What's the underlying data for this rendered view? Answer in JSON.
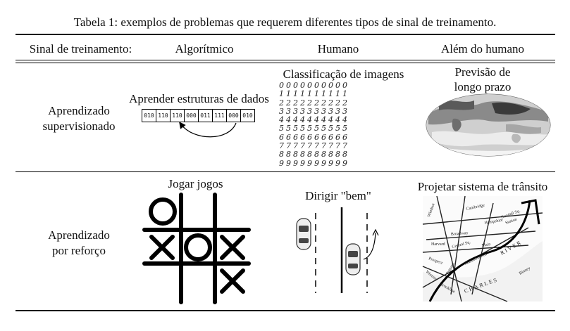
{
  "caption": "Tabela 1: exemplos de problemas que requerem diferentes tipos de sinal de treinamento.",
  "header": {
    "signal": "Sinal de treinamento:",
    "algorithmic": "Algorítmico",
    "human": "Humano",
    "beyond_human": "Além do humano"
  },
  "rows": {
    "supervised": {
      "line1": "Aprendizado",
      "line2": "supervisionado"
    },
    "reinforcement": {
      "line1": "Aprendizado",
      "line2": "por reforço"
    }
  },
  "cells": {
    "data_structures": {
      "title": "Aprender estruturas de dados",
      "bits": [
        "010",
        "110",
        "110",
        "000",
        "011",
        "111",
        "000",
        "010"
      ]
    },
    "image_classification": {
      "title": "Classificação de imagens",
      "digit_rows": [
        "0000000000",
        "1111111111",
        "2222222222",
        "3333333333",
        "4444444444",
        "5555555555",
        "6666666666",
        "7777777777",
        "8888888888",
        "9999999999"
      ]
    },
    "long_range_forecast": {
      "line1": "Previsão de",
      "line2": "longo prazo"
    },
    "play_games": {
      "title": "Jogar jogos"
    },
    "drive_well": {
      "title": "Dirigir \"bem\""
    },
    "traffic_design": {
      "title": "Projetar sistema de trânsito",
      "map_labels": [
        "Cambridge",
        "Hampshire",
        "Broadway",
        "Central Sq.",
        "Massachusetts",
        "Main",
        "Harvard",
        "Prospect",
        "Western",
        "Brookline",
        "Putnam",
        "Windsor",
        "RIVER",
        "CHARLES",
        "Kendall Sq.",
        "Station",
        "Binney"
      ]
    }
  }
}
